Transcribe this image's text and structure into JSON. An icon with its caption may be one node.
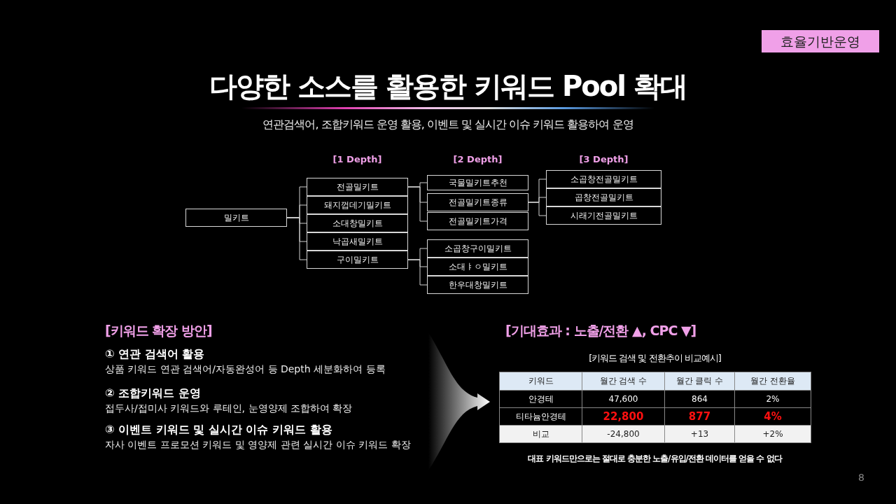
{
  "diagram": {
    "title": "다양한 소스를 활용한 키워드 Pool 확대",
    "nodes": [
      {
        "text": [
          "밀키트"
        ]
      },
      {
        "text": [
          "전골밀키트"
        ]
      },
      {
        "text": [
          "돼지껍데기밀키트"
        ]
      },
      {
        "text": [
          "소대창밀키트"
        ]
      },
      {
        "text": [
          "낙곱새밀키트"
        ]
      },
      {
        "text": [
          "구이밀키트"
        ]
      },
      {
        "text": [
          "국물밀키트추천"
        ]
      },
      {
        "text": [
          "전골밀키트종류"
        ]
      },
      {
        "text": [
          "전골밀키트가격"
        ]
      },
      {
        "text": [
          "소곱창구이밀키트"
        ]
      },
      {
        "text": [
          "소대ㅑㅇ밀키트"
        ]
      },
      {
        "text": [
          "한우대창밀키트"
        ]
      },
      {
        "text": [
          "소곱창전골밀키트"
        ]
      },
      {
        "text": [
          "곱창전골밀키트"
        ]
      },
      {
        "text": [
          "시래기전골밀키트"
        ]
      }
    ],
    "edges": [
      {
        "from": 0,
        "to": 1,
        "arrow": "none"
      },
      {
        "from": 0,
        "to": 2,
        "arrow": "none"
      },
      {
        "from": 0,
        "to": 3,
        "arrow": "none"
      },
      {
        "from": 0,
        "to": 4,
        "arrow": "none"
      },
      {
        "from": 0,
        "to": 5,
        "arrow": "none"
      },
      {
        "from": 1,
        "to": 6,
        "arrow": "none"
      },
      {
        "from": 1,
        "to": 7,
        "arrow": "none"
      },
      {
        "from": 1,
        "to": 8,
        "arrow": "none"
      },
      {
        "from": 5,
        "to": 9,
        "arrow": "none"
      },
      {
        "from": 5,
        "to": 10,
        "arrow": "none"
      },
      {
        "from": 5,
        "to": 11,
        "arrow": "none"
      },
      {
        "from": 7,
        "to": 12,
        "arrow": "none"
      },
      {
        "from": 7,
        "to": 13,
        "arrow": "none"
      },
      {
        "from": 7,
        "to": 14,
        "arrow": "none"
      }
    ],
    "labels": [
      "효율기반운영",
      "연관검색어, 조합키워드 운영 활용, 이벤트 및 실시간 이슈 키워드 활용하여 운영",
      "[1 Depth]",
      "[2 Depth]",
      "[3 Depth]",
      "[키워드 확장 방안]",
      "① 연관 검색어 활용",
      "상품 키워드 연관 검색어/자동완성어 등 Depth 세분화하여 등록",
      "② 조합키워드 운영",
      "접두사/접미사 키워드와 루테인, 눈영양제 조합하여 확장",
      "③ 이벤트 키워드 및 실시간 이슈 키워드 활용",
      "자사 이벤트 프로모션 키워드 및 영양제 관련 실시간 이슈 키워드 확장",
      "[기대효과 : 노출/전환 ▲, CPC ▼]",
      "[키워드 검색 및 전환추이 비교예시]",
      "키워드",
      "월간 검색 수",
      "월간 클릭 수",
      "월간 전환율",
      "안경테",
      "47,600",
      "864",
      "2%",
      "티타늄안경테",
      "22,800",
      "877",
      "4%",
      "비교",
      "-24,800",
      "+13",
      "+2%",
      "대표 키워드만으로는 절대로 충분한 노출/유입/전환 데이터를 얻을 수 없다",
      "8"
    ]
  }
}
